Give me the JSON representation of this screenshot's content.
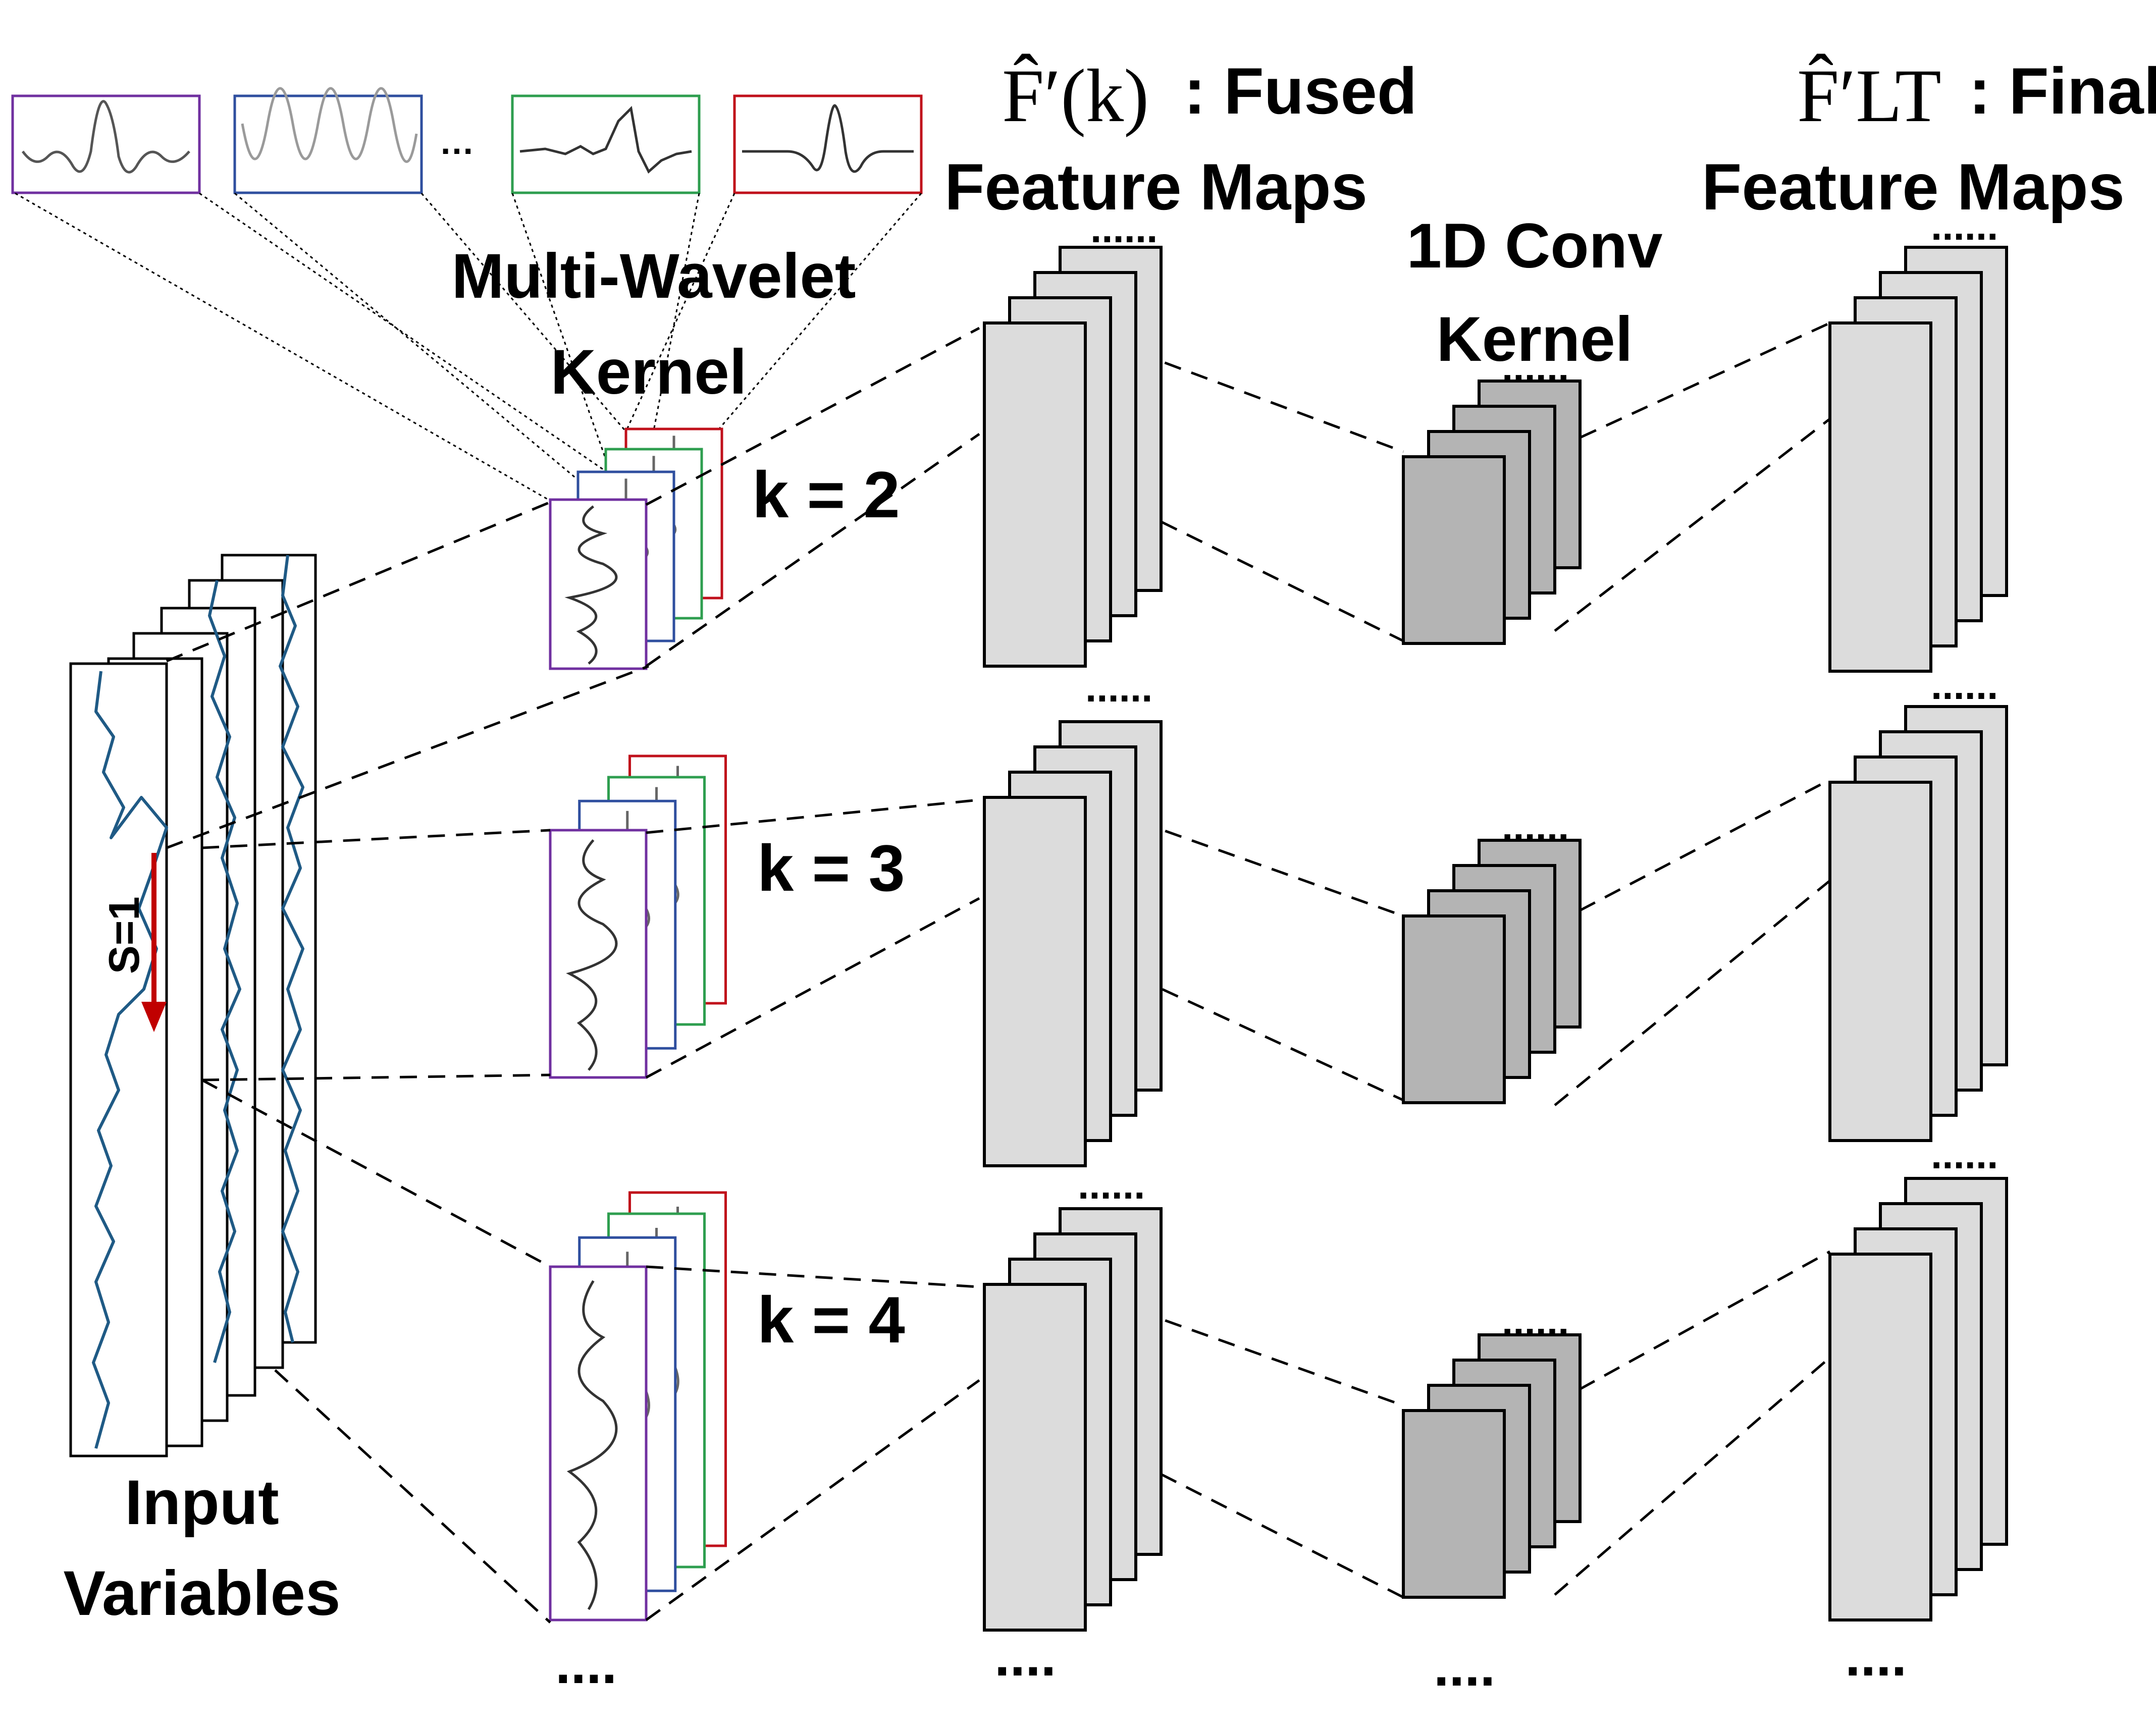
{
  "labels": {
    "multi_wavelet_line1": "Multi-Wavelet",
    "multi_wavelet_line2": "Kernel",
    "fused_symbol": "F̂′(k)",
    "fused_suffix": ": Fused",
    "fused_line2": "Feature Maps",
    "conv_line1": "1D Conv",
    "conv_line2": "Kernel",
    "final_symbol": "F̂′LT",
    "final_suffix": ": Final",
    "final_line2": "Feature Maps",
    "input_line1": "Input",
    "input_line2": "Variables",
    "stride": "S=1",
    "k_labels": [
      "k = 2",
      "k = 3",
      "k = 4"
    ],
    "top_ellipsis": "…",
    "stack_ellipsis": "......",
    "bottom_ellipsis": "...."
  },
  "colors": {
    "wavelet_borders": [
      "#7030a0",
      "#2f4f9f",
      "#2e9e4f",
      "#c0101b"
    ],
    "signal": "#1f5a85",
    "stride_arrow": "#c00000",
    "feature_map_fill": "#dcdcdc",
    "conv_kernel_fill": "#b4b4b4"
  },
  "wavelet_thumbnails": [
    "mexican-hat",
    "sinusoid",
    "sawtooth",
    "morlet"
  ]
}
